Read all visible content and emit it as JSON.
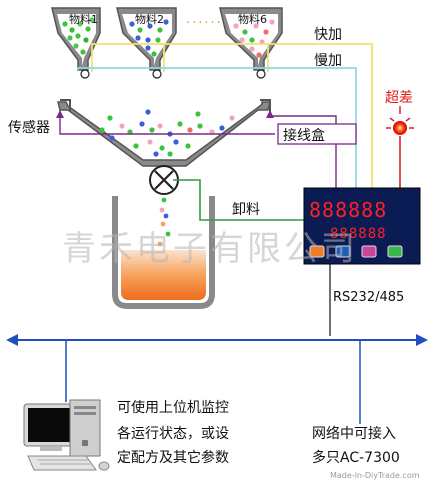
{
  "hoppers": {
    "labels": [
      "物料1",
      "物料2",
      "物料6"
    ],
    "dots": "......"
  },
  "lines": {
    "fast_feed": "快加",
    "slow_feed": "慢加",
    "sensor": "传感器",
    "junction_box": "接线盒",
    "discharge": "卸料",
    "alarm": "超差"
  },
  "controller": {
    "display_top": "888888",
    "display_bottom": "888888"
  },
  "comm": {
    "port": "RS232/485"
  },
  "pc_text": {
    "line1": "可使用上位机监控",
    "line2": "各运行状态，或设",
    "line3": "定配方及其它参数"
  },
  "network_text": {
    "line1": "网络中可接入",
    "line2": "多只AC-7300"
  },
  "watermarks": {
    "company": "青禾电子有限公司",
    "site": "Made-in-DiyTrade.com"
  },
  "colors": {
    "hopper_fill": "#8a8a8a",
    "arrow_blue": "#1f4fbf",
    "fast_line": "#f2e36b",
    "slow_line": "#8fd8e8",
    "sensor_line": "#7a2a8a",
    "alarm_red": "#e02020",
    "discharge_green": "#2f9e3a",
    "controller_bg": "#0b1c55",
    "display_red": "#ff2020"
  }
}
